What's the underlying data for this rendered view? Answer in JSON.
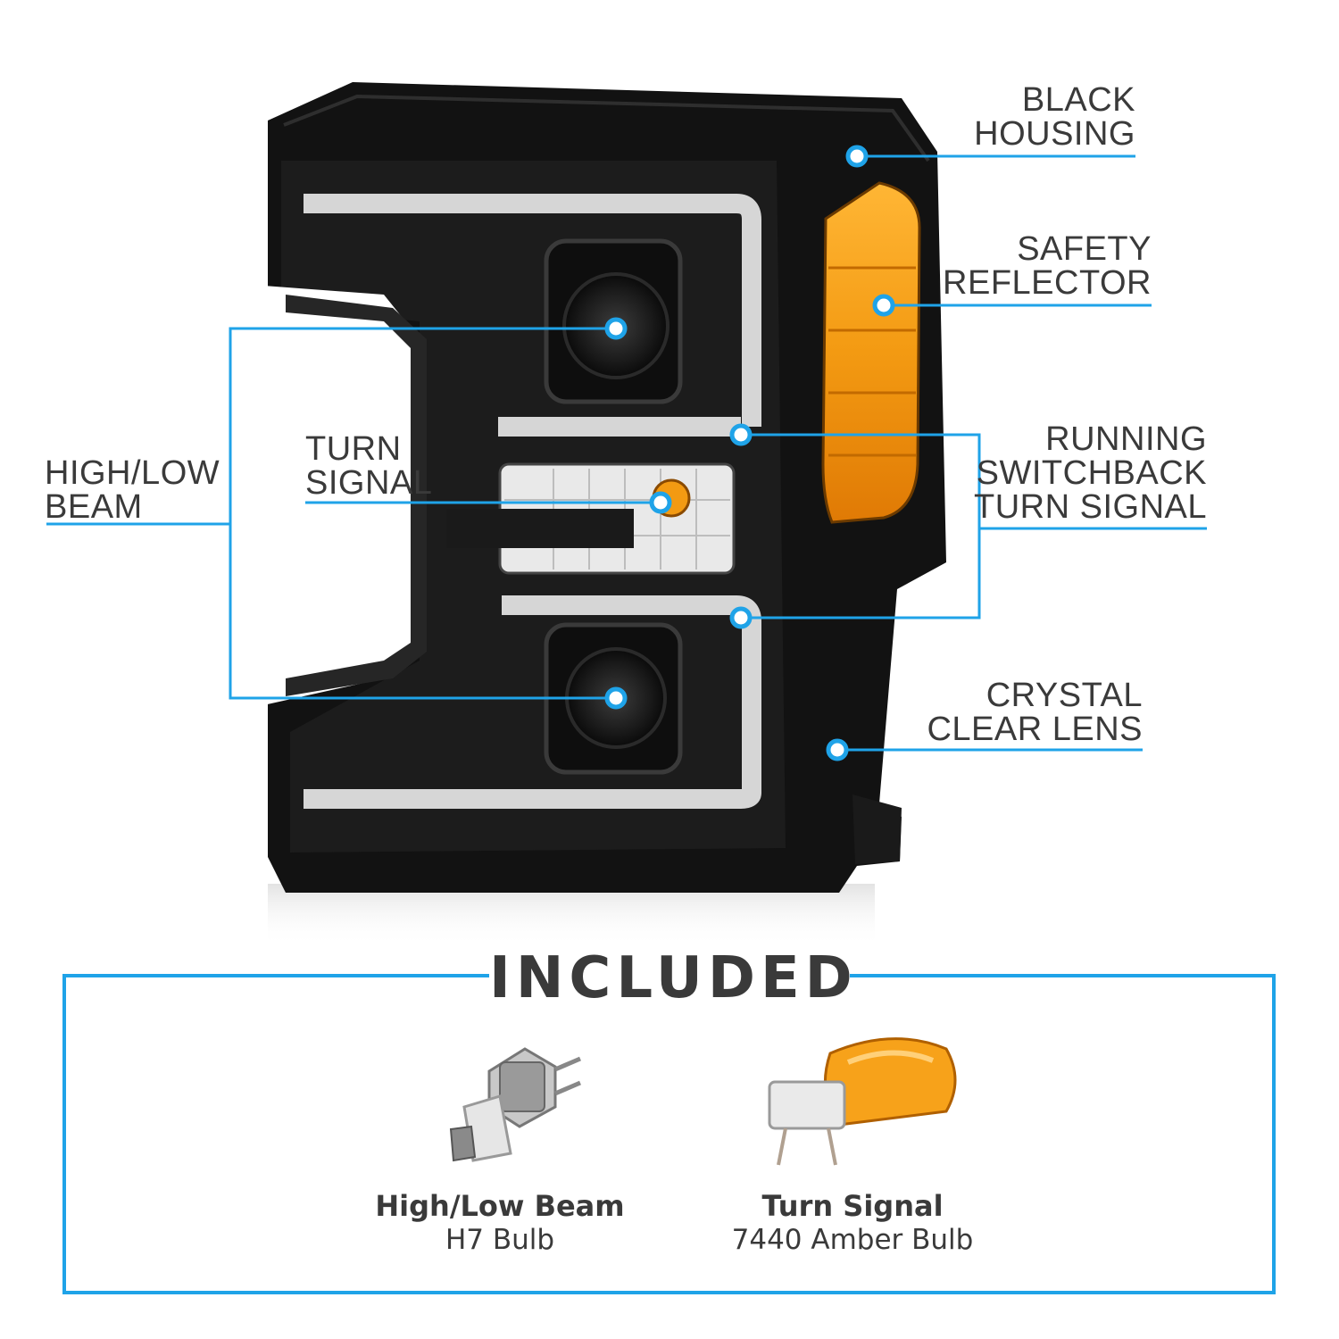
{
  "callouts": {
    "black_housing": [
      "BLACK",
      "HOUSING"
    ],
    "safety_reflector": [
      "SAFETY",
      "REFLECTOR"
    ],
    "running_switchback": [
      "RUNNING",
      "SWITCHBACK",
      "TURN SIGNAL"
    ],
    "crystal_clear": [
      "CRYSTAL",
      "CLEAR LENS"
    ],
    "high_low_beam": [
      "HIGH/LOW",
      "BEAM"
    ],
    "turn_signal": [
      "TURN",
      "SIGNAL"
    ]
  },
  "included": {
    "title": "INCLUDED",
    "items": [
      {
        "title": "High/Low Beam",
        "subtitle": "H7 Bulb"
      },
      {
        "title": "Turn Signal",
        "subtitle": "7440 Amber Bulb"
      }
    ]
  },
  "colors": {
    "accent": "#1fa3e8",
    "text": "#3a3a3a",
    "amber": "#f39a12"
  }
}
